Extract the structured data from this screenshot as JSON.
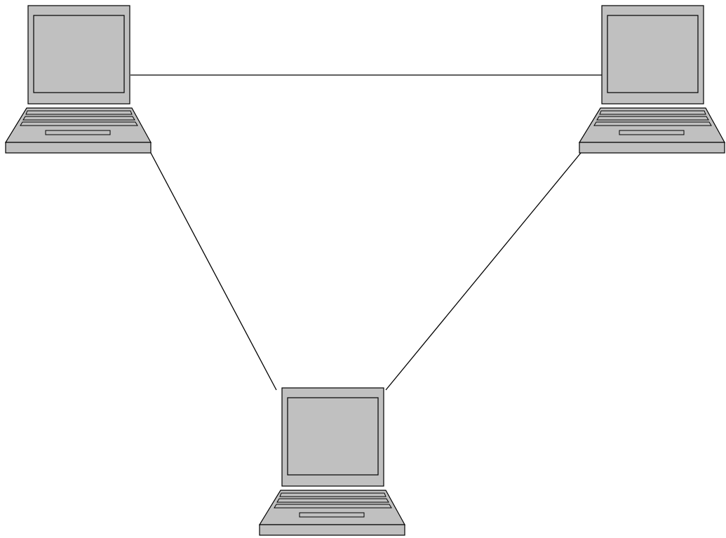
{
  "colors": {
    "background": "#ffffff",
    "device_fill": "#c0c0c0",
    "stroke": "#000000"
  },
  "nodes": [
    {
      "id": "laptop-top-left",
      "icon": "laptop-icon"
    },
    {
      "id": "laptop-top-right",
      "icon": "laptop-icon"
    },
    {
      "id": "laptop-bottom-center",
      "icon": "laptop-icon"
    }
  ],
  "links": [
    {
      "from": "laptop-top-left",
      "to": "laptop-top-right"
    },
    {
      "from": "laptop-top-left",
      "to": "laptop-bottom-center"
    },
    {
      "from": "laptop-top-right",
      "to": "laptop-bottom-center"
    }
  ]
}
